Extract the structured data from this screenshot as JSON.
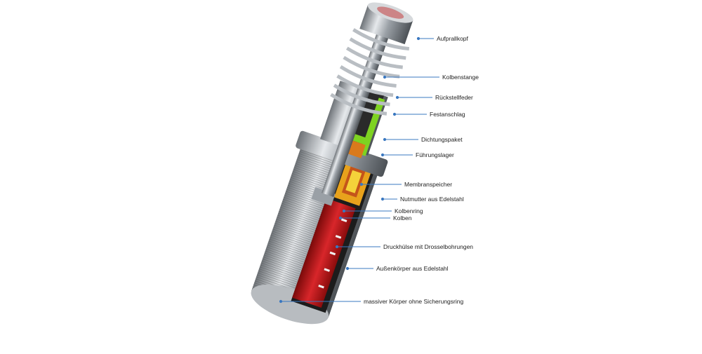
{
  "diagram": {
    "leader_color": "#3a78c0",
    "labels": [
      {
        "id": "aufprallkopf",
        "text": "Aufprallkopf"
      },
      {
        "id": "kolbenstange",
        "text": "Kolbenstange"
      },
      {
        "id": "rueckstellfeder",
        "text": "Rückstellfeder"
      },
      {
        "id": "festanschlag",
        "text": "Festanschlag"
      },
      {
        "id": "dichtungspaket",
        "text": "Dichtungspaket"
      },
      {
        "id": "fuehrungslager",
        "text": "Führungslager"
      },
      {
        "id": "membranspeicher",
        "text": "Membranspeicher"
      },
      {
        "id": "nutmutter",
        "text": "Nutmutter aus Edelstahl"
      },
      {
        "id": "kolbenring",
        "text": "Kolbenring"
      },
      {
        "id": "kolben",
        "text": "Kolben"
      },
      {
        "id": "druckhuelse",
        "text": "Druckhülse mit Drosselbohrungen"
      },
      {
        "id": "aussenkoerper",
        "text": "Außenkörper aus Edelstahl"
      },
      {
        "id": "massiver_koerper",
        "text": "massiver Körper ohne Sicherungsring"
      }
    ]
  }
}
